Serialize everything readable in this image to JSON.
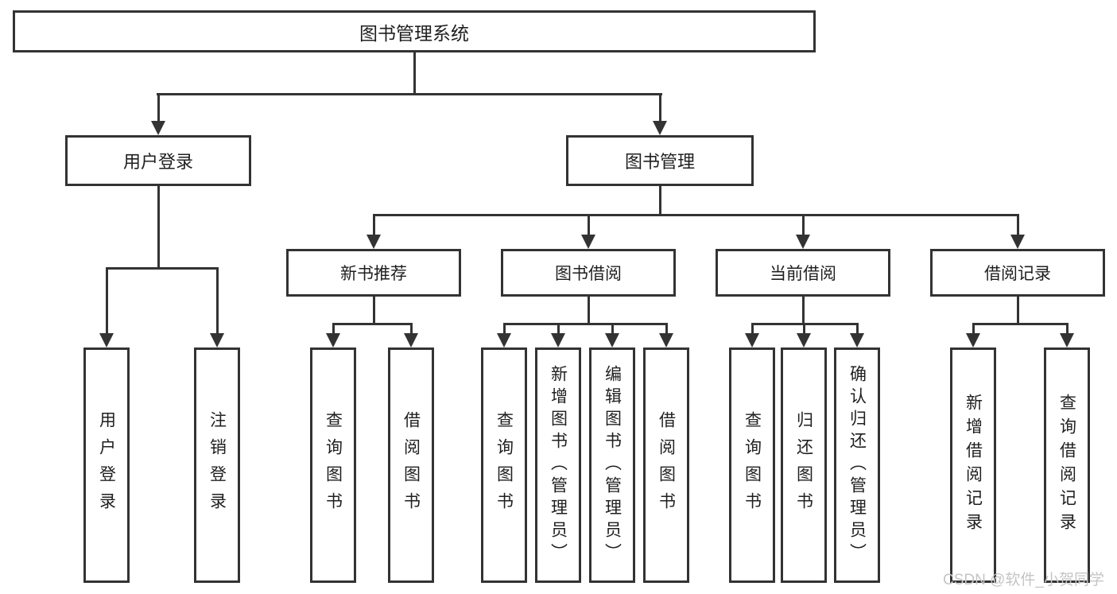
{
  "diagram": {
    "root": {
      "label": "图书管理系统"
    },
    "branches": [
      {
        "label": "用户登录",
        "children": [
          {
            "label": "用户登录"
          },
          {
            "label": "注销登录"
          }
        ]
      },
      {
        "label": "图书管理",
        "children": [
          {
            "label": "新书推荐",
            "children": [
              {
                "label": "查询图书"
              },
              {
                "label": "借阅图书"
              }
            ]
          },
          {
            "label": "图书借阅",
            "children": [
              {
                "label": "查询图书"
              },
              {
                "label": "新增图书（管理员）"
              },
              {
                "label": "编辑图书（管理员）"
              },
              {
                "label": "借阅图书"
              }
            ]
          },
          {
            "label": "当前借阅",
            "children": [
              {
                "label": "查询图书"
              },
              {
                "label": "归还图书"
              },
              {
                "label": "确认归还（管理员）"
              }
            ]
          },
          {
            "label": "借阅记录",
            "children": [
              {
                "label": "新增借阅记录"
              },
              {
                "label": "查询借阅记录"
              }
            ]
          }
        ]
      }
    ]
  },
  "watermark": {
    "text": "CSDN @软件_小贺同学"
  },
  "colors": {
    "line": "#333333",
    "text": "#1f1f1f",
    "background": "#ffffff",
    "watermark": "#c5c5c5"
  }
}
